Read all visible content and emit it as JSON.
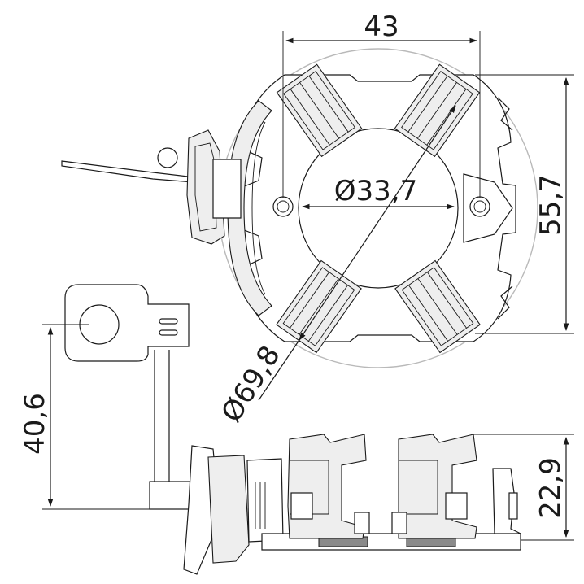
{
  "dimensions": {
    "width_top": "43",
    "height_right": "55,7",
    "inner_diameter": "Ø33,7",
    "outer_diameter": "Ø69,8",
    "lead_height": "40,6",
    "side_height": "22,9"
  },
  "colors": {
    "line": "#1a1a1a",
    "outer_circle": "#b9b9b9",
    "background": "#ffffff"
  }
}
